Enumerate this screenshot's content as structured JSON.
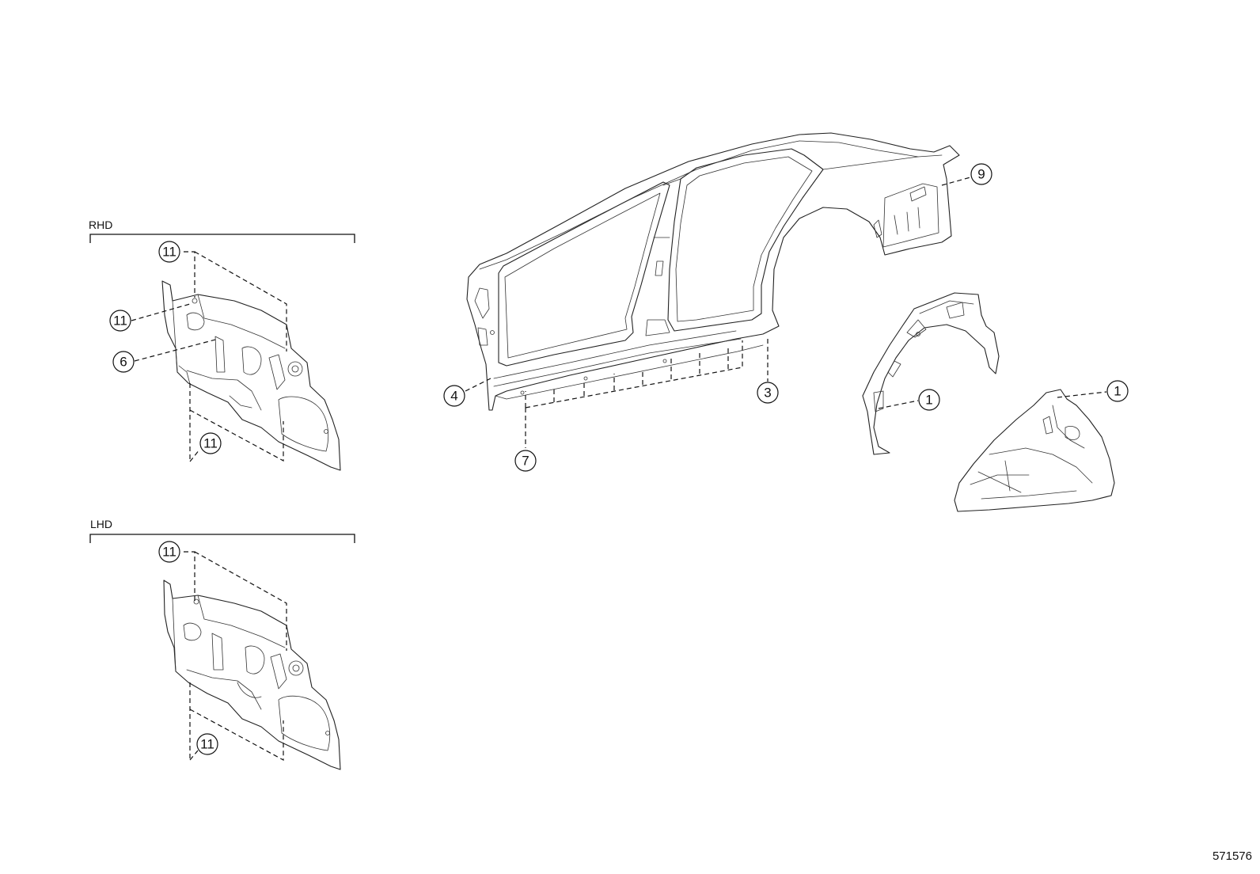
{
  "sections": {
    "rhd": "RHD",
    "lhd": "LHD"
  },
  "callouts": {
    "rhd_top": "11",
    "rhd_left": "11",
    "rhd_six": "6",
    "rhd_bottom": "11",
    "lhd_top": "11",
    "lhd_bottom": "11",
    "side_four": "4",
    "side_seven": "7",
    "side_three": "3",
    "side_nine": "9",
    "wheelhouse_outer": "1",
    "wheelhouse_inner": "1"
  },
  "reference_number": "571576"
}
